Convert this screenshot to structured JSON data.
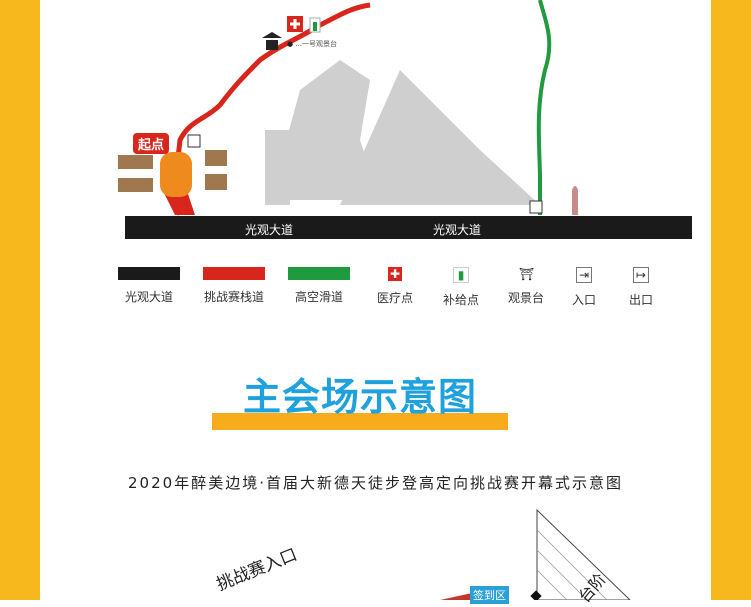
{
  "map": {
    "road_label": "光观大道",
    "start_label": "起点",
    "viewpoint_label": "...一号观景台",
    "colors": {
      "road": "#1a1a1a",
      "challenge": "#d9261c",
      "slide": "#1f9a3e",
      "frame": "#f6b81c"
    }
  },
  "legend": [
    {
      "label": "光观大道",
      "swatch": "#1a1a1a"
    },
    {
      "label": "挑战赛栈道",
      "swatch": "#d9261c"
    },
    {
      "label": "高空滑道",
      "swatch": "#1f9a3e"
    },
    {
      "label": "医疗点",
      "icon": "medical-cross-icon"
    },
    {
      "label": "补给点",
      "icon": "supply-bottle-icon"
    },
    {
      "label": "观景台",
      "icon": "pavilion-icon"
    },
    {
      "label": "入口",
      "icon": "entrance-icon"
    },
    {
      "label": "出口",
      "icon": "exit-icon"
    }
  ],
  "section": {
    "title": "主会场示意图",
    "subtitle": "2020年醉美边境·首届大新德天徒步登高定向挑战赛开幕式示意图",
    "entry_label": "挑战赛入口",
    "signin_label": "签到区",
    "stairs_label": "台阶"
  }
}
